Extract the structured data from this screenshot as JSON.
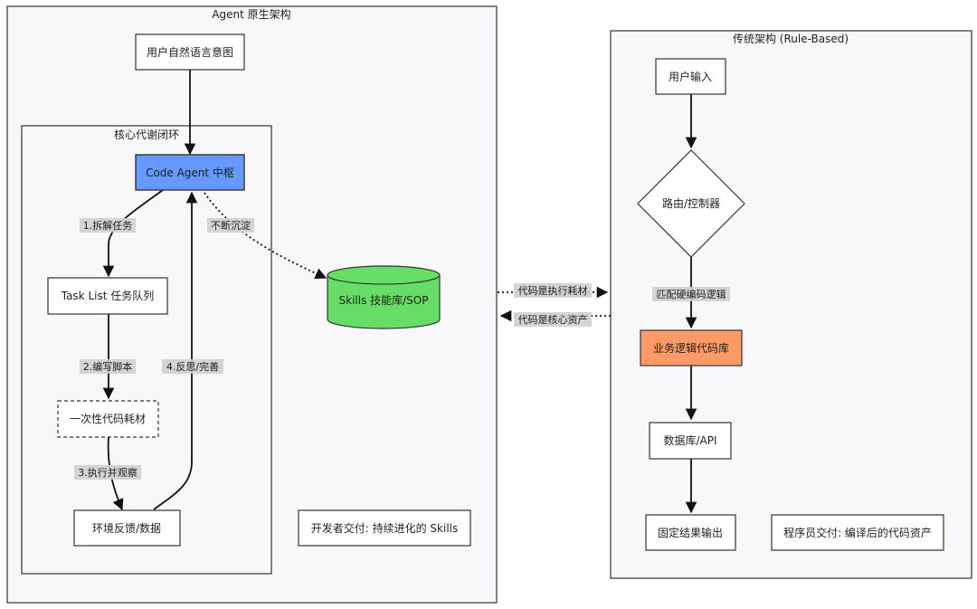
{
  "left_cluster": {
    "title": "Agent 原生架构"
  },
  "inner_cluster": {
    "title": "核心代谢闭环"
  },
  "right_cluster": {
    "title": "传统架构 (Rule-Based)"
  },
  "nodes": {
    "intent": "用户自然语言意图",
    "code_agent": "Code Agent 中枢",
    "task_list": "Task List 任务队列",
    "disposable": "一次性代码耗材",
    "env_feedback": "环境反馈/数据",
    "skills": "Skills 技能库/SOP",
    "dev_delivery": "开发者交付: 持续进化的 Skills",
    "user_input": "用户输入",
    "router": "路由/控制器",
    "biz_logic": "业务逻辑代码库",
    "db_api": "数据库/API",
    "fixed_output": "固定结果输出",
    "prog_delivery": "程序员交付: 编译后的代码资产"
  },
  "edge_labels": {
    "decompose": "1.拆解任务",
    "write_script": "2.编写脚本",
    "execute": "3.执行并观察",
    "reflect": "4.反思/完善",
    "deposit": "不断沉淀",
    "match": "匹配硬编码逻辑",
    "consumable": "代码是执行耗材",
    "core_asset": "代码是核心资产"
  },
  "colors": {
    "code_agent_fill": "#6699ff",
    "skills_fill": "#66dd66",
    "biz_logic_fill": "#ff9966",
    "cluster_fill": "#f8f8fb",
    "stroke": "#333333"
  }
}
